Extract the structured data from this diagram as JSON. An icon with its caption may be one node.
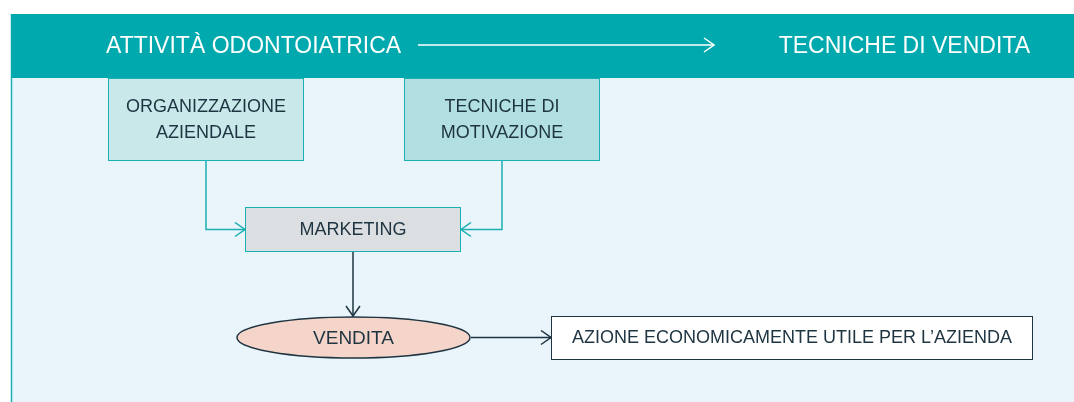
{
  "diagram": {
    "nodes": [
      {
        "text": [
          "ATTIVITÀ ODONTOIATRICA"
        ]
      },
      {
        "text": [
          "TECNICHE DI VENDITA"
        ]
      },
      {
        "text": [
          "ORGANIZZAZIONE AZIENDALE"
        ]
      },
      {
        "text": [
          "TECNICHE DI MOTIVAZIONE"
        ]
      },
      {
        "text": [
          "MARKETING"
        ]
      },
      {
        "text": [
          "VENDITA"
        ]
      },
      {
        "text": [
          "AZIONE ECONOMICAMENTE UTILE PER L’AZIENDA"
        ]
      }
    ],
    "edges": [
      {
        "from": 0,
        "to": 1,
        "arrow": "to",
        "color": "#ffffff"
      },
      {
        "from": 2,
        "to": 4,
        "arrow": "to",
        "color": "#1aafb3"
      },
      {
        "from": 3,
        "to": 4,
        "arrow": "to",
        "color": "#1aafb3"
      },
      {
        "from": 4,
        "to": 5,
        "arrow": "to",
        "color": "#1e3440"
      },
      {
        "from": 5,
        "to": 6,
        "arrow": "to",
        "color": "#1e3440"
      }
    ]
  }
}
